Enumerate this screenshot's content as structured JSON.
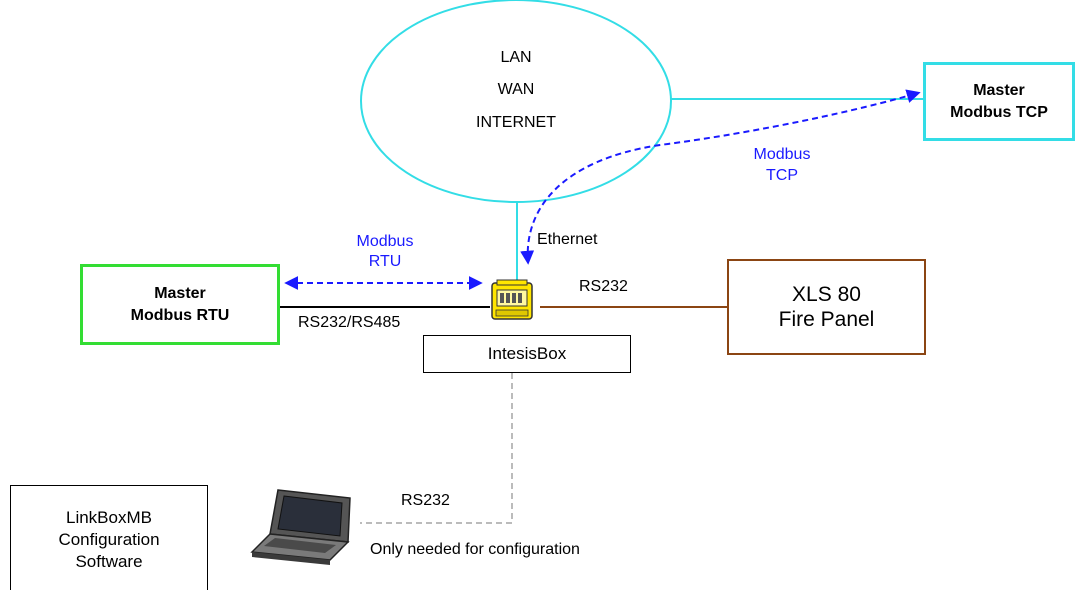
{
  "cloud": {
    "lines": [
      "LAN",
      "WAN",
      "INTERNET"
    ]
  },
  "nodes": {
    "master_tcp": {
      "line1": "Master",
      "line2": "Modbus TCP"
    },
    "master_rtu": {
      "line1": "Master",
      "line2": "Modbus RTU"
    },
    "xls": {
      "line1": "XLS 80",
      "line2": "Fire Panel"
    },
    "intesisbox": {
      "label": "IntesisBox"
    },
    "linkbox": {
      "line1": "LinkBoxMB",
      "line2": "Configuration",
      "line3": "Software"
    }
  },
  "protocol_labels": {
    "modbus_tcp": {
      "line1": "Modbus",
      "line2": "TCP"
    },
    "modbus_rtu": {
      "line1": "Modbus",
      "line2": "RTU"
    }
  },
  "connection_labels": {
    "ethernet": "Ethernet",
    "rs232_fire": "RS232",
    "rs232_rs485": "RS232/RS485",
    "rs232_laptop": "RS232",
    "config_note": "Only needed for configuration"
  },
  "colors": {
    "cloud": "#33dde6",
    "master_tcp_border": "#33dde6",
    "master_rtu_border": "#33dd33",
    "xls_border": "#8b4513",
    "rs232_link": "#8b4513",
    "protocol_blue": "#1a1aff",
    "config_link": "#bbbbbb",
    "device_yellow": "#ffe600"
  },
  "icons": [
    "intesisbox-device-icon",
    "laptop-icon"
  ]
}
